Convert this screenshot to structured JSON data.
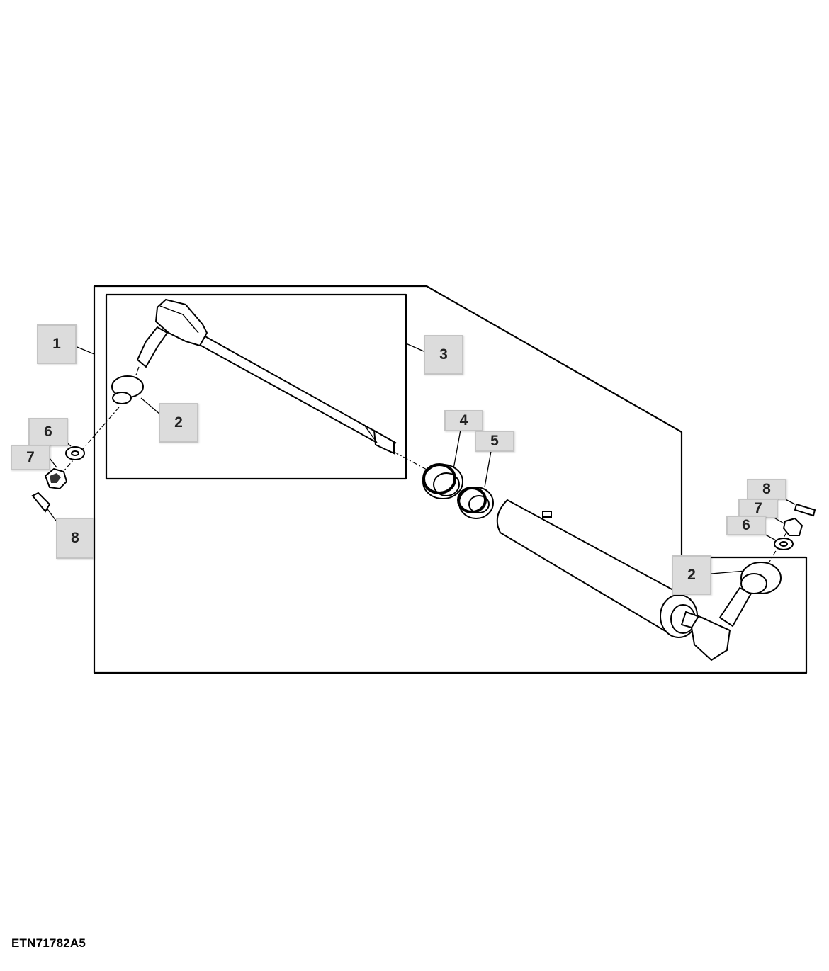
{
  "figure_id": "ETN71782A5",
  "callouts": {
    "c1": "1",
    "c3": "3",
    "c2a": "2",
    "c6a": "6",
    "c7a": "7",
    "c8a": "8",
    "c4": "4",
    "c5": "5",
    "c8b": "8",
    "c7b": "7",
    "c6b": "6",
    "c2b": "2"
  },
  "colors": {
    "line": "#000000",
    "callout_fill": "#dcdcdc",
    "callout_border": "#c4c4c4"
  }
}
